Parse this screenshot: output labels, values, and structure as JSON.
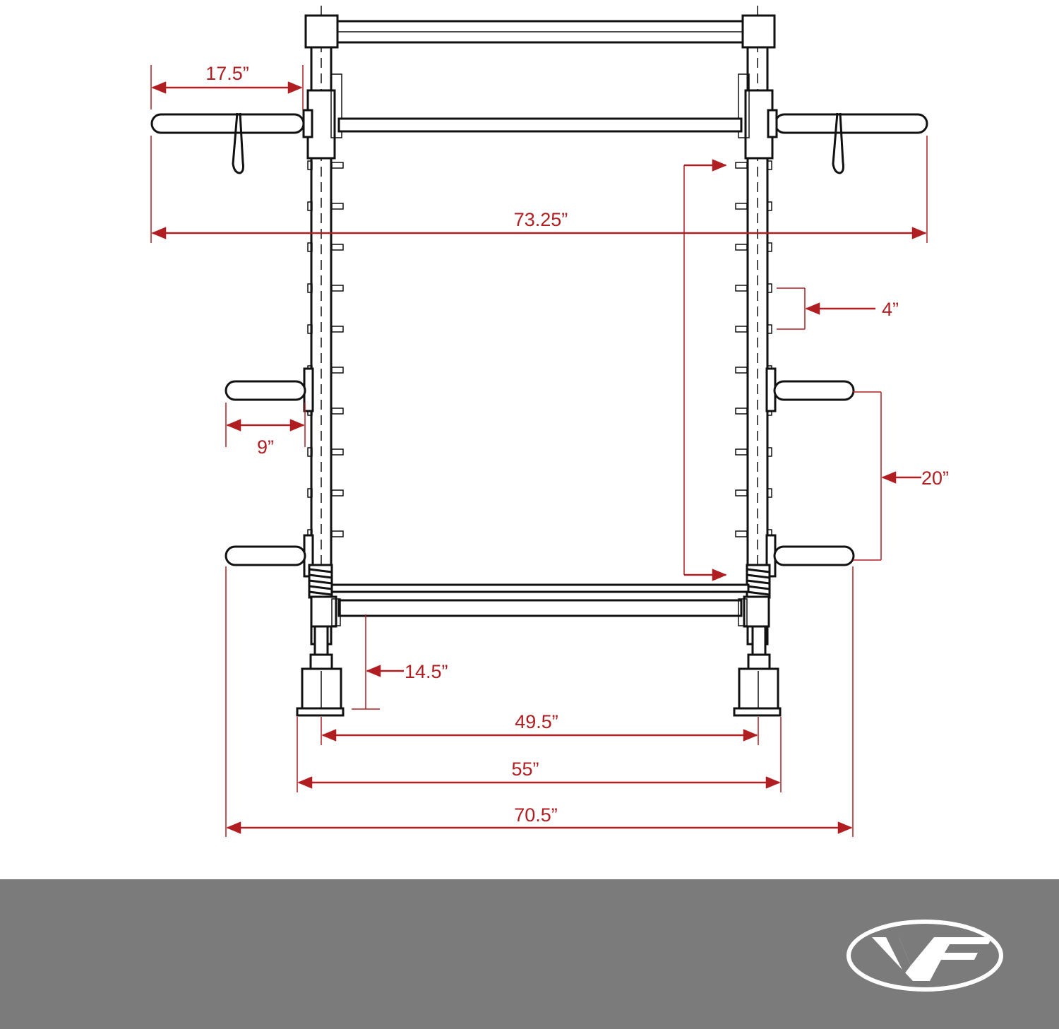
{
  "dimensions": {
    "top_left_overhang": "17.5”",
    "overall_bar_width": "73.25”",
    "hole_spacing": "4”",
    "plate_horn_length": "9”",
    "plate_horn_spacing": "20”",
    "base_bar_height": "14.5”",
    "inner_upright_width": "49.5”",
    "base_width": "55”",
    "overall_width": "70.5”"
  },
  "colors": {
    "dimension_red": "#b11e22",
    "line_black": "#111111",
    "footer_gray": "#7b7b7b"
  },
  "logo": {
    "text": "VF"
  }
}
